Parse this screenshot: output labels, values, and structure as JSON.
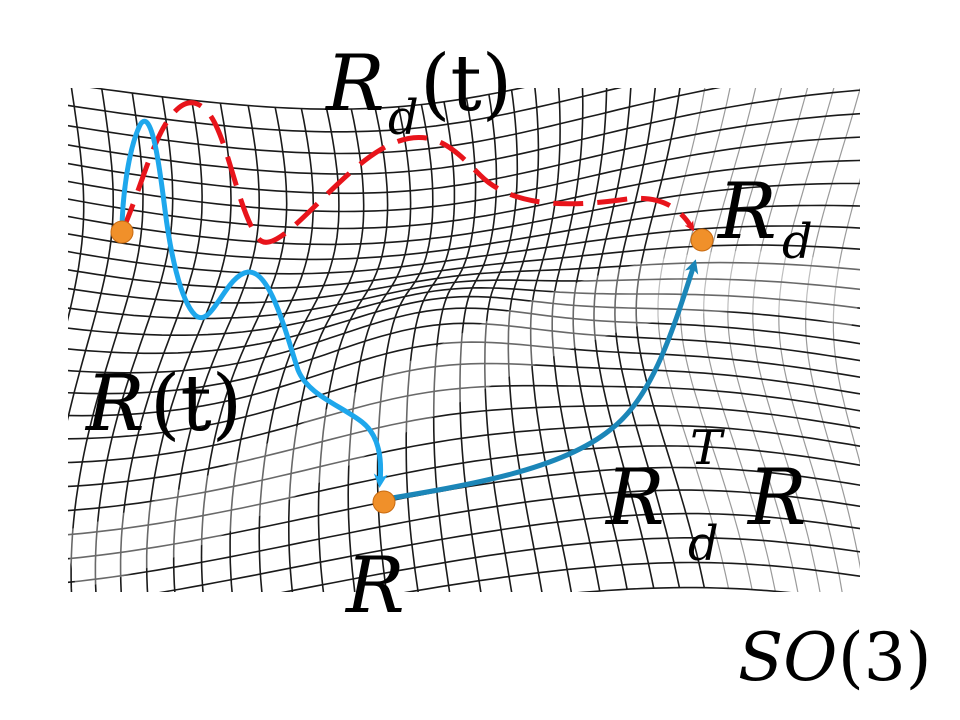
{
  "labels": {
    "Rd_of_t": {
      "base": "R",
      "sub": "d",
      "arg": "(t)"
    },
    "Rd": {
      "base": "R",
      "sub": "d"
    },
    "R_of_t": {
      "base": "R",
      "arg": "(t)"
    },
    "R": {
      "base": "R"
    },
    "RdT_R": {
      "base": "R",
      "sup": "T",
      "sub": "d",
      "tail": "R"
    },
    "SO3": {
      "text": "SO",
      "arg": "(3)"
    }
  },
  "colors": {
    "mesh_dark": "#1a1a1a",
    "mesh_light": "#9a9a9a",
    "desired_trajectory": "#e8141b",
    "actual_trajectory": "#1ea7ec",
    "error_curve": "#1b86b8",
    "point": "#f0902a",
    "point_edge": "#c86a10"
  }
}
